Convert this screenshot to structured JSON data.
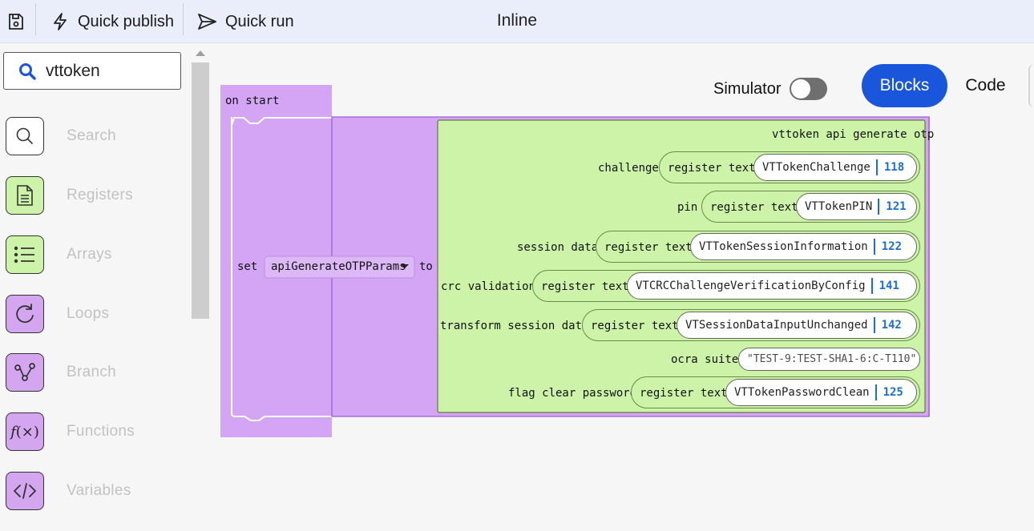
{
  "toolbar": {
    "quick_publish": "Quick publish",
    "quick_run": "Quick run",
    "title": "Inline"
  },
  "search": {
    "value": "vttoken"
  },
  "categories": [
    {
      "label": "Search",
      "icon": "magnifier-icon",
      "color": "#ffffff"
    },
    {
      "label": "Registers",
      "icon": "document-icon",
      "color": "#ccf3a8"
    },
    {
      "label": "Arrays",
      "icon": "list-icon",
      "color": "#ccf3a8"
    },
    {
      "label": "Loops",
      "icon": "loop-icon",
      "color": "#d5a6f0"
    },
    {
      "label": "Branch",
      "icon": "branch-icon",
      "color": "#d5a6f0"
    },
    {
      "label": "Functions",
      "icon": "function-icon",
      "color": "#d5a6f0"
    },
    {
      "label": "Variables",
      "icon": "code-icon",
      "color": "#d5a6f0"
    }
  ],
  "view": {
    "simulator_label": "Simulator",
    "simulator_on": false,
    "blocks_label": "Blocks",
    "code_label": "Code"
  },
  "colors": {
    "event_block": "#d3a5f4",
    "api_block": "#ccf3a8",
    "accent": "#1a56db",
    "number": "#1a6fd1"
  },
  "program": {
    "event_label": "on start",
    "set_label": "set",
    "variable": "apiGenerateOTPParams",
    "to_label": "to",
    "api_title": "vttoken api generate otp",
    "register_label": "register text",
    "params": [
      {
        "label": "challenge",
        "register": "VTTokenChallenge",
        "number": "118"
      },
      {
        "label": "pin",
        "register": "VTTokenPIN",
        "number": "121"
      },
      {
        "label": "session data",
        "register": "VTTokenSessionInformation",
        "number": "122"
      },
      {
        "label": "crc validation",
        "register": "VTCRCChallengeVerificationByConfig",
        "number": "141"
      },
      {
        "label": "transform session data",
        "register": "VTSessionDataInputUnchanged",
        "number": "142"
      },
      {
        "label": "ocra suite",
        "string": "\"TEST-9:TEST-SHA1-6:C-T110\""
      },
      {
        "label": "flag clear password",
        "register": "VTTokenPasswordClean",
        "number": "125"
      }
    ]
  }
}
